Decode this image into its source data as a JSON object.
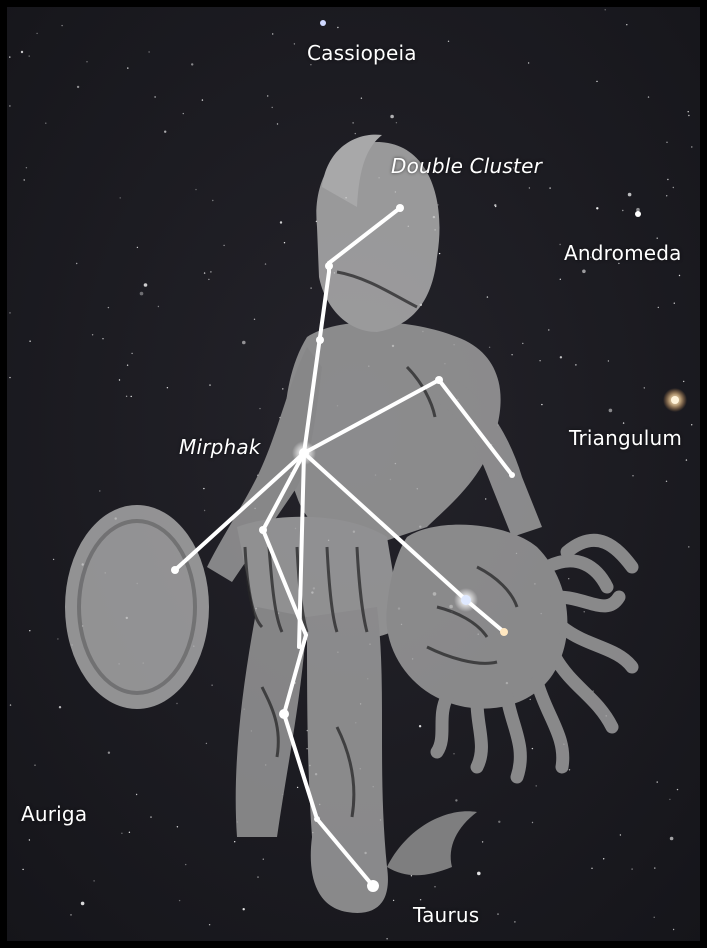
{
  "labels": {
    "cassiopeia": "Cassiopeia",
    "double_cluster": "Double Cluster",
    "andromeda": "Andromeda",
    "triangulum": "Triangulum",
    "mirphak": "Mirphak",
    "auriga": "Auriga",
    "taurus": "Taurus"
  },
  "colors": {
    "sky": "#1b1a1f",
    "figure": "#bdbdbd",
    "lines": "#ffffff",
    "text": "#ffffff"
  }
}
